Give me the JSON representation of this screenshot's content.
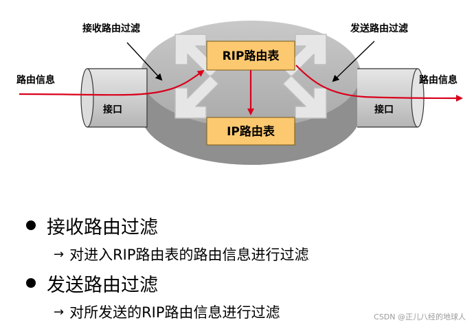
{
  "diagram": {
    "receive_filter_label": "接收路由过滤",
    "send_filter_label": "发送路由过滤",
    "route_info_in_label": "路由信息",
    "route_info_out_label": "路由信息",
    "interface_left_label": "接口",
    "interface_right_label": "接口",
    "rip_table_label": "RIP路由表",
    "ip_table_label": "IP路由表"
  },
  "bullets": [
    {
      "title": "接收路由过滤",
      "detail": "对进入RIP路由表的路由信息进行过滤",
      "arrow": "→"
    },
    {
      "title": "发送路由过滤",
      "detail": "对所发送的RIP路由信息进行过滤",
      "arrow": "→"
    }
  ],
  "watermark": "CSDN @正儿八经的地球人",
  "colors": {
    "route_flow": "#d9001b",
    "table_fill": "#fcc870",
    "disk": "#b9b9b9"
  }
}
